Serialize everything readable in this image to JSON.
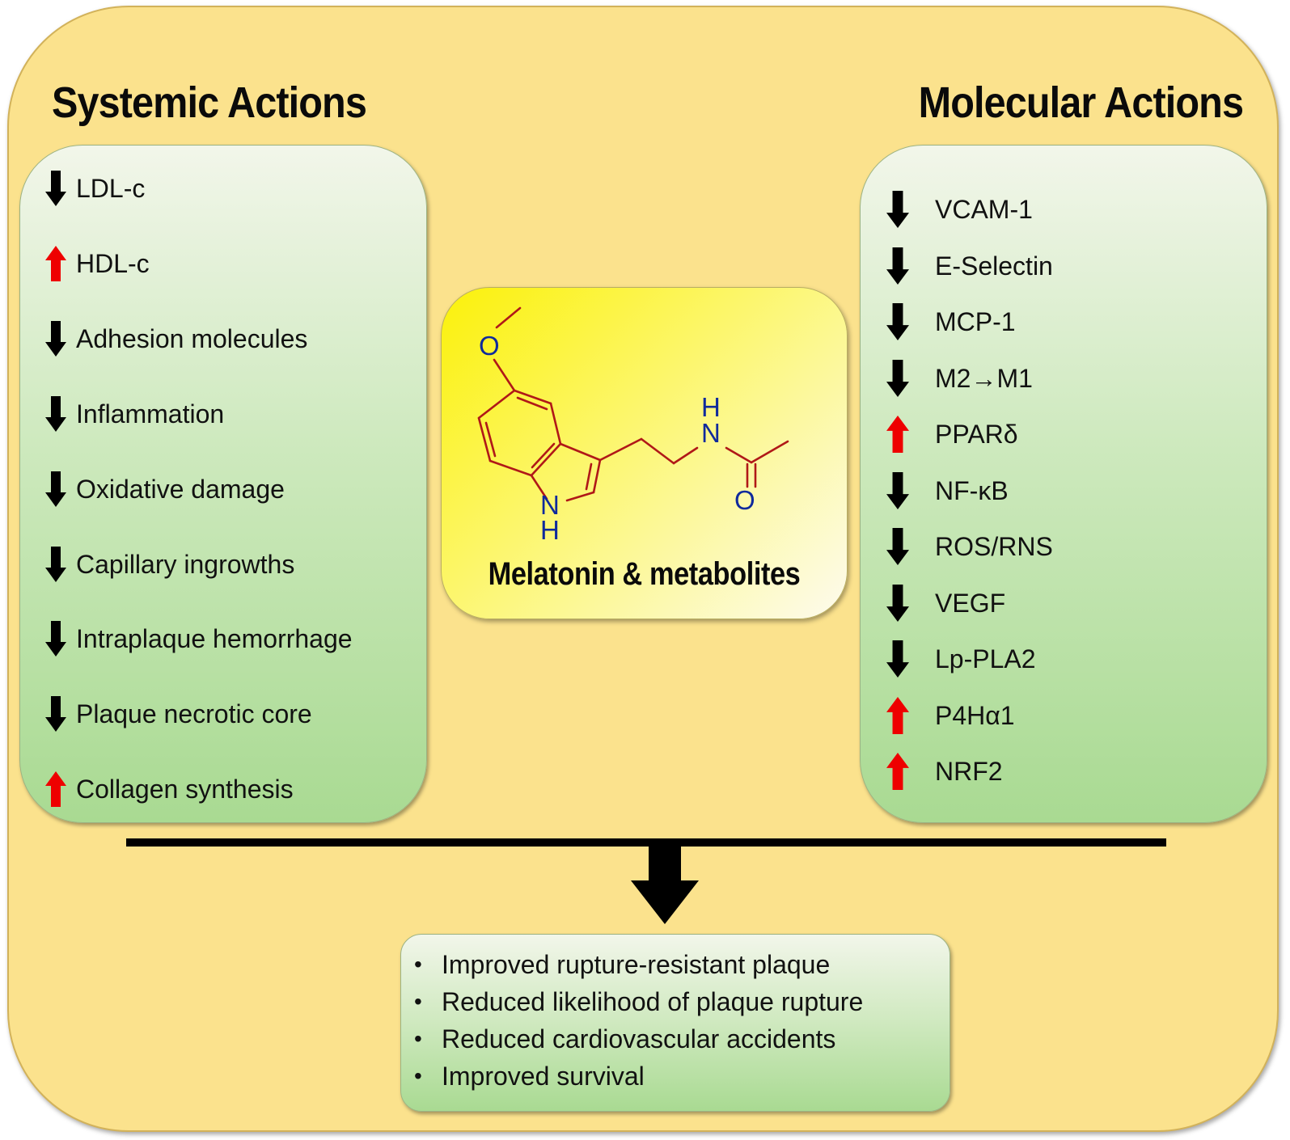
{
  "systemic": {
    "title": "Systemic Actions",
    "items": [
      {
        "label": "LDL-c",
        "direction": "down"
      },
      {
        "label": "HDL-c",
        "direction": "up"
      },
      {
        "label": "Adhesion molecules",
        "direction": "down"
      },
      {
        "label": "Inflammation",
        "direction": "down"
      },
      {
        "label": "Oxidative damage",
        "direction": "down"
      },
      {
        "label": "Capillary ingrowths",
        "direction": "down"
      },
      {
        "label": "Intraplaque hemorrhage",
        "direction": "down"
      },
      {
        "label": "Plaque necrotic core",
        "direction": "down"
      },
      {
        "label": "Collagen synthesis",
        "direction": "up"
      }
    ]
  },
  "molecular": {
    "title": "Molecular Actions",
    "items": [
      {
        "label": "VCAM-1",
        "direction": "down"
      },
      {
        "label": "E-Selectin",
        "direction": "down"
      },
      {
        "label": "MCP-1",
        "direction": "down"
      },
      {
        "label": "M2→M1",
        "direction": "down"
      },
      {
        "label": "PPARδ",
        "direction": "up"
      },
      {
        "label": "NF-κB",
        "direction": "down"
      },
      {
        "label": "ROS/RNS",
        "direction": "down"
      },
      {
        "label": "VEGF",
        "direction": "down"
      },
      {
        "label": "Lp-PLA2",
        "direction": "down"
      },
      {
        "label": "P4Hα1",
        "direction": "up"
      },
      {
        "label": "NRF2",
        "direction": "up"
      }
    ]
  },
  "center": {
    "caption": "Melatonin & metabolites",
    "atoms": {
      "methoxy_o": "O",
      "amide_n": "N",
      "amide_h": "H",
      "carbonyl_o": "O",
      "indole_n": "N",
      "indole_h": "H"
    }
  },
  "outcomes": [
    "Improved rupture-resistant plaque",
    "Reduced likelihood of plaque rupture",
    "Reduced cardiovascular accidents",
    "Improved survival"
  ],
  "colors": {
    "background": "#fbe28d",
    "arrow_up": "#ee0000",
    "arrow_down": "#000000",
    "bond": "#b01818",
    "heteroatom": "#0f2a9c"
  }
}
